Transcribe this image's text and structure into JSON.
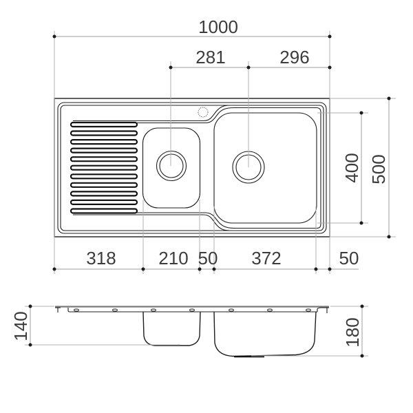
{
  "drawing": {
    "subject": "Double bowl sink with drainer - plan and side elevation",
    "line_color": "#1c1c1c",
    "dimension_color": "#9c9c9c",
    "text_color": "#3c3c3c"
  },
  "plan_view": {
    "top_dimensions": {
      "overall_width": "1000",
      "small_drain_to_large_drain": "281",
      "large_drain_to_right_edge": "296"
    },
    "right_dimensions": {
      "large_bowl_depth": "400",
      "overall_depth": "500"
    },
    "bottom_dimensions": {
      "drainer_width": "318",
      "small_bowl_width": "210",
      "bowl_divider": "50",
      "large_bowl_width": "372",
      "right_margin": "50"
    },
    "features": {
      "drainer_grooves": 11,
      "tap_hole": "dotted-circle",
      "drains": [
        "small-bowl-drain",
        "large-bowl-drain"
      ]
    }
  },
  "side_view": {
    "dimensions": {
      "small_bowl_depth": "140",
      "large_bowl_depth": "180"
    },
    "mounting_slots": 7
  }
}
